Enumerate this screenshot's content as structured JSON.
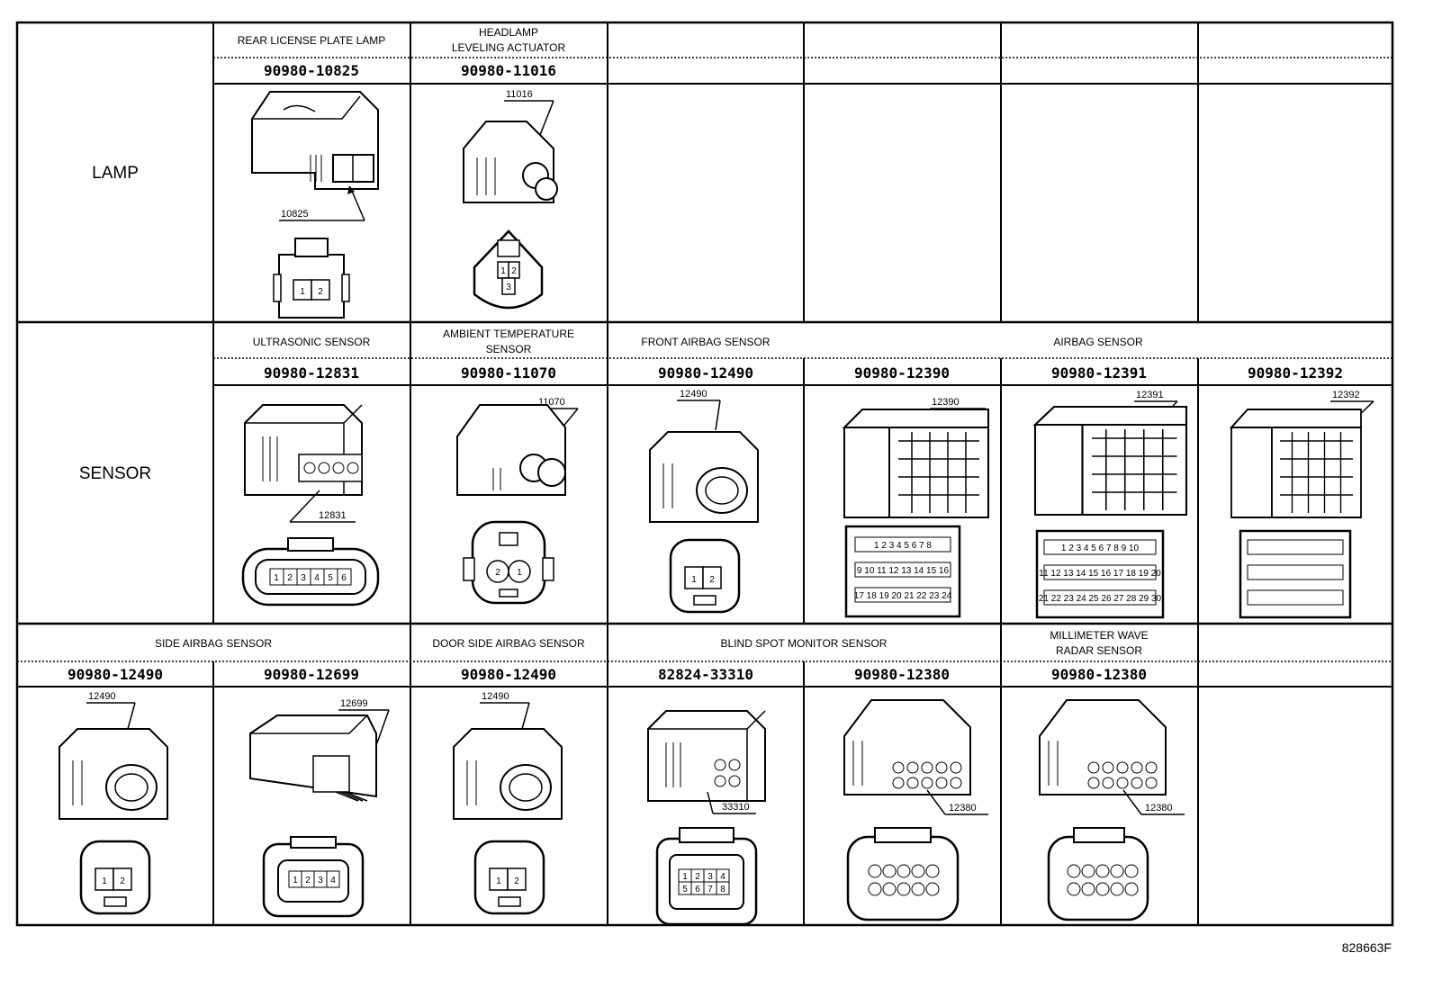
{
  "categories": {
    "lamp": "LAMP",
    "sensor": "SENSOR"
  },
  "row1": {
    "labels": [
      "REAR LICENSE PLATE LAMP",
      "HEADLAMP",
      "LEVELING ACTUATOR"
    ],
    "parts": [
      "90980-10825",
      "90980-11016"
    ],
    "callouts": [
      "10825",
      "11016"
    ]
  },
  "row2": {
    "labels": [
      "ULTRASONIC SENSOR",
      "AMBIENT TEMPERATURE",
      "SENSOR",
      "FRONT AIRBAG SENSOR",
      "AIRBAG SENSOR"
    ],
    "parts": [
      "90980-12831",
      "90980-11070",
      "90980-12490",
      "90980-12390",
      "90980-12391",
      "90980-12392"
    ],
    "callouts": [
      "12831",
      "11070",
      "12490",
      "12390",
      "12391",
      "12392"
    ]
  },
  "row3": {
    "labels": [
      "SIDE AIRBAG SENSOR",
      "DOOR SIDE AIRBAG SENSOR",
      "BLIND SPOT MONITOR SENSOR",
      "MILLIMETER WAVE",
      "RADAR SENSOR"
    ],
    "parts": [
      "90980-12490",
      "90980-12699",
      "90980-12490",
      "82824-33310",
      "90980-12380",
      "90980-12380"
    ],
    "callouts": [
      "12490",
      "12699",
      "12490",
      "33310",
      "12380",
      "12380"
    ]
  },
  "figure_id": "828663F"
}
